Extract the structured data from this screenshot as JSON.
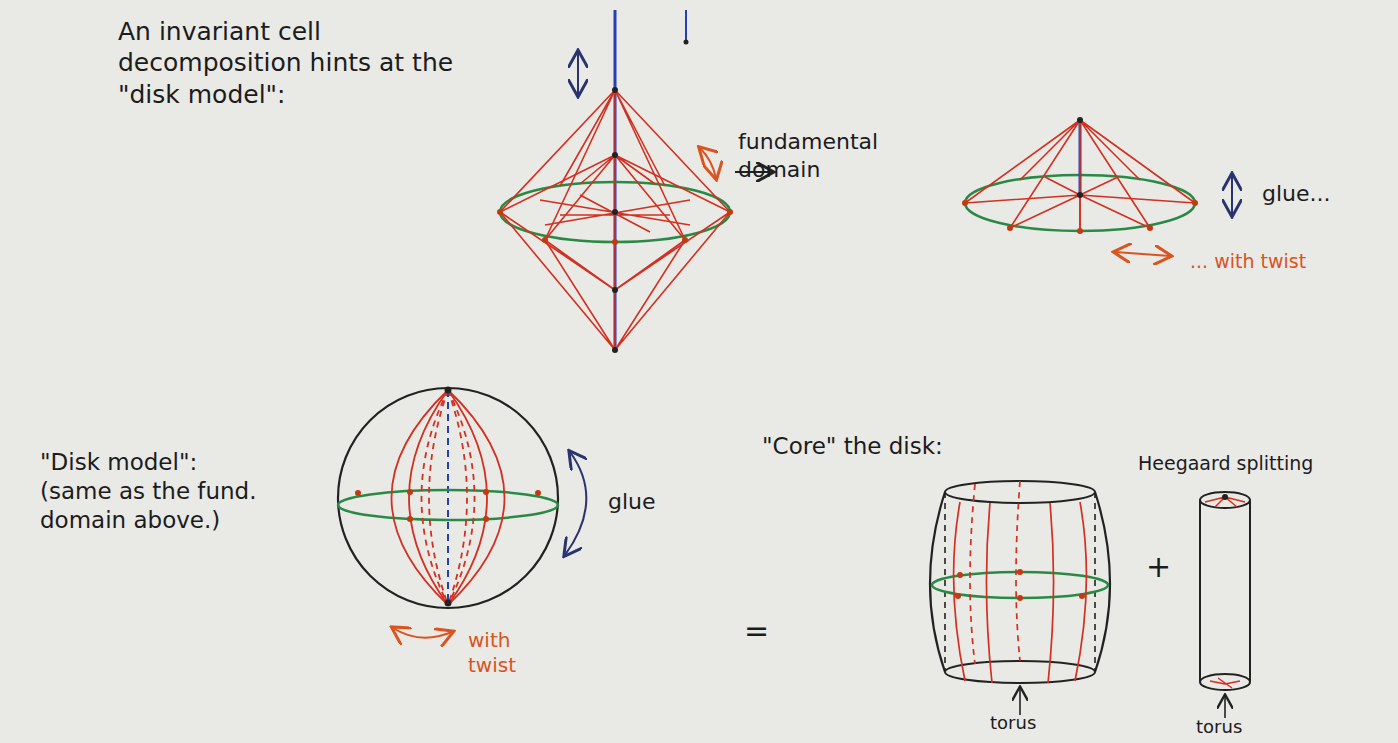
{
  "diagram": {
    "labels": [
      "An invariant cell decomposition hints at the \"disk model\":",
      "fundamental domain",
      "glue...",
      "... with twist",
      "\"Disk model\": (same as the fund. domain above.)",
      "glue",
      "with twist",
      "=",
      "\"Core\" the disk:",
      "+",
      "Heegaard splitting",
      "torus",
      "torus"
    ]
  }
}
